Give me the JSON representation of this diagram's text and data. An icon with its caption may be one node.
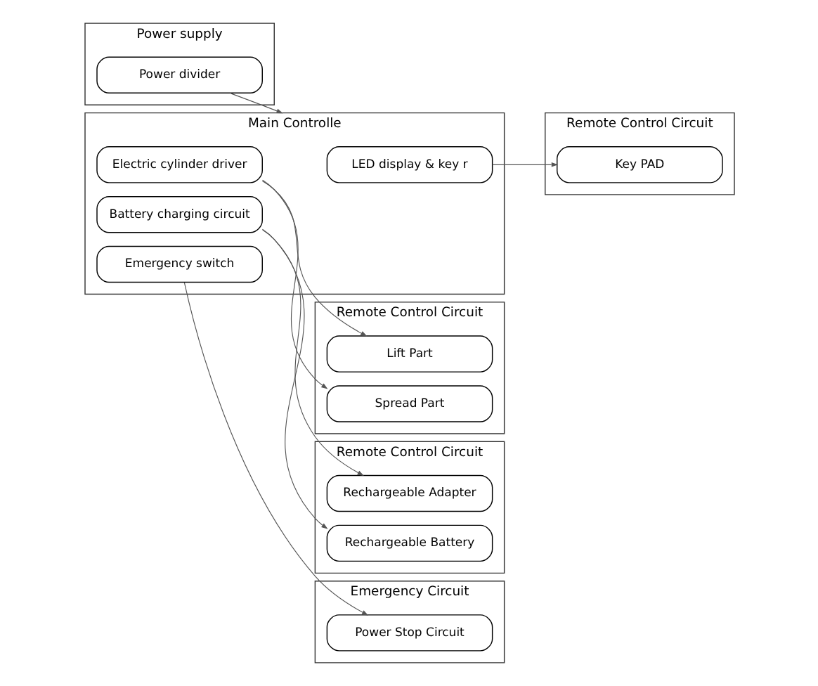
{
  "diagram": {
    "nodes": [
      {
        "text": [
          "Power supply"
        ]
      },
      {
        "text": [
          "Power divider"
        ],
        "in": 0
      },
      {
        "text": [
          "Main Controlle"
        ]
      },
      {
        "text": [
          "LED display & key r"
        ],
        "in": 2
      },
      {
        "text": [
          "Electric cylinder driver"
        ],
        "in": 2
      },
      {
        "text": [
          "Battery charging circuit"
        ],
        "in": 2
      },
      {
        "text": [
          "Emergency switch"
        ],
        "in": 2
      },
      {
        "text": [
          "Remote Control Circuit"
        ]
      },
      {
        "text": [
          "Key PAD"
        ],
        "in": 7
      },
      {
        "text": [
          "Remote Control Circuit"
        ]
      },
      {
        "text": [
          "Lift Part"
        ],
        "in": 9
      },
      {
        "text": [
          "Spread Part"
        ],
        "in": 9
      },
      {
        "text": [
          "Remote Control Circuit"
        ]
      },
      {
        "text": [
          "Rechargeable Adapter"
        ],
        "in": 12
      },
      {
        "text": [
          "Rechargeable Battery"
        ],
        "in": 12
      },
      {
        "text": [
          "Emergency Circuit"
        ]
      },
      {
        "text": [
          "Power Stop Circuit"
        ],
        "in": 15
      }
    ],
    "edges": [
      {
        "from": 1,
        "to": 2,
        "arrow": "to"
      },
      {
        "from": 3,
        "to": 8,
        "arrow": "to"
      },
      {
        "from": 4,
        "to": 10,
        "arrow": "to"
      },
      {
        "from": 4,
        "to": 11,
        "arrow": "to"
      },
      {
        "from": 5,
        "to": 13,
        "arrow": "to"
      },
      {
        "from": 5,
        "to": 14,
        "arrow": "to"
      },
      {
        "from": 6,
        "to": 16,
        "arrow": "to"
      }
    ]
  }
}
